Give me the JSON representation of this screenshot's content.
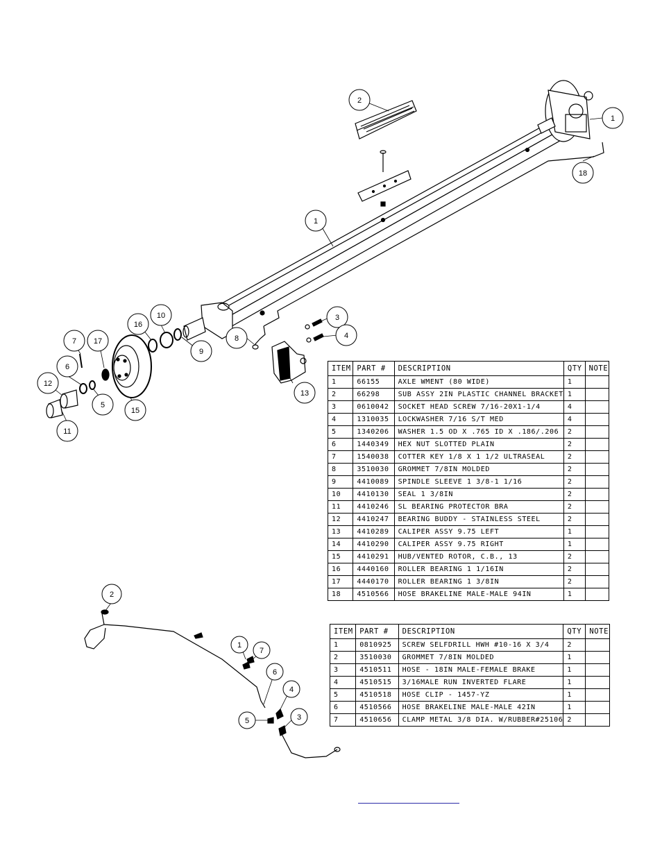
{
  "top_callouts": [
    "1",
    "2",
    "3",
    "4",
    "5",
    "6",
    "7",
    "8",
    "9",
    "10",
    "11",
    "12",
    "13",
    "15",
    "16",
    "17",
    "18",
    "1"
  ],
  "bottom_callouts": [
    "1",
    "2",
    "3",
    "4",
    "5",
    "6",
    "7"
  ],
  "table1": {
    "headers": [
      "ITEM",
      "PART #",
      "DESCRIPTION",
      "QTY",
      "NOTE"
    ],
    "rows": [
      [
        "1",
        "66155",
        "AXLE WMENT (80 WIDE)",
        "1",
        ""
      ],
      [
        "2",
        "66298",
        "SUB ASSY 2IN PLASTIC CHANNEL BRACKET",
        "1",
        ""
      ],
      [
        "3",
        "0610042",
        "SOCKET HEAD SCREW 7/16-20X1-1/4",
        "4",
        ""
      ],
      [
        "4",
        "1310035",
        "LOCKWASHER 7/16 S/T MED",
        "4",
        ""
      ],
      [
        "5",
        "1340206",
        "WASHER 1.5 OD X .765 ID X .186/.206",
        "2",
        ""
      ],
      [
        "6",
        "1440349",
        "HEX NUT SLOTTED PLAIN",
        "2",
        ""
      ],
      [
        "7",
        "1540038",
        "COTTER KEY 1/8 X 1 1/2 ULTRASEAL",
        "2",
        ""
      ],
      [
        "8",
        "3510030",
        "GROMMET  7/8IN MOLDED",
        "2",
        ""
      ],
      [
        "9",
        "4410089",
        "SPINDLE SLEEVE  1 3/8-1 1/16",
        "2",
        ""
      ],
      [
        "10",
        "4410130",
        "SEAL  1 3/8IN",
        "2",
        ""
      ],
      [
        "11",
        "4410246",
        "SL BEARING PROTECTOR BRA",
        "2",
        ""
      ],
      [
        "12",
        "4410247",
        "BEARING BUDDY - STAINLESS STEEL",
        "2",
        ""
      ],
      [
        "13",
        "4410289",
        "CALIPER ASSY 9.75 LEFT",
        "1",
        ""
      ],
      [
        "14",
        "4410290",
        "CALIPER ASSY 9.75 RIGHT",
        "1",
        ""
      ],
      [
        "15",
        "4410291",
        "HUB/VENTED ROTOR, C.B.,  13",
        "2",
        ""
      ],
      [
        "16",
        "4440160",
        "ROLLER BEARING   1 1/16IN",
        "2",
        ""
      ],
      [
        "17",
        "4440170",
        "ROLLER BEARING   1 3/8IN",
        "2",
        ""
      ],
      [
        "18",
        "4510566",
        "HOSE BRAKELINE MALE-MALE 94IN",
        "1",
        ""
      ]
    ]
  },
  "table2": {
    "headers": [
      "ITEM",
      "PART #",
      "DESCRIPTION",
      "QTY",
      "NOTE"
    ],
    "rows": [
      [
        "1",
        "0810925",
        "SCREW SELFDRILL HWH #10-16 X 3/4",
        "2",
        ""
      ],
      [
        "2",
        "3510030",
        "GROMMET  7/8IN MOLDED",
        "1",
        ""
      ],
      [
        "3",
        "4510511",
        "HOSE - 18IN MALE-FEMALE BRAKE",
        "1",
        ""
      ],
      [
        "4",
        "4510515",
        "3/16MALE RUN INVERTED FLARE",
        "1",
        ""
      ],
      [
        "5",
        "4510518",
        "HOSE CLIP - 1457-YZ",
        "1",
        ""
      ],
      [
        "6",
        "4510566",
        "HOSE BRAKELINE MALE-MALE 42IN",
        "1",
        ""
      ],
      [
        "7",
        "4510656",
        "CLAMP METAL 3/8 DIA. W/RUBBER#25106",
        "2",
        ""
      ]
    ]
  }
}
